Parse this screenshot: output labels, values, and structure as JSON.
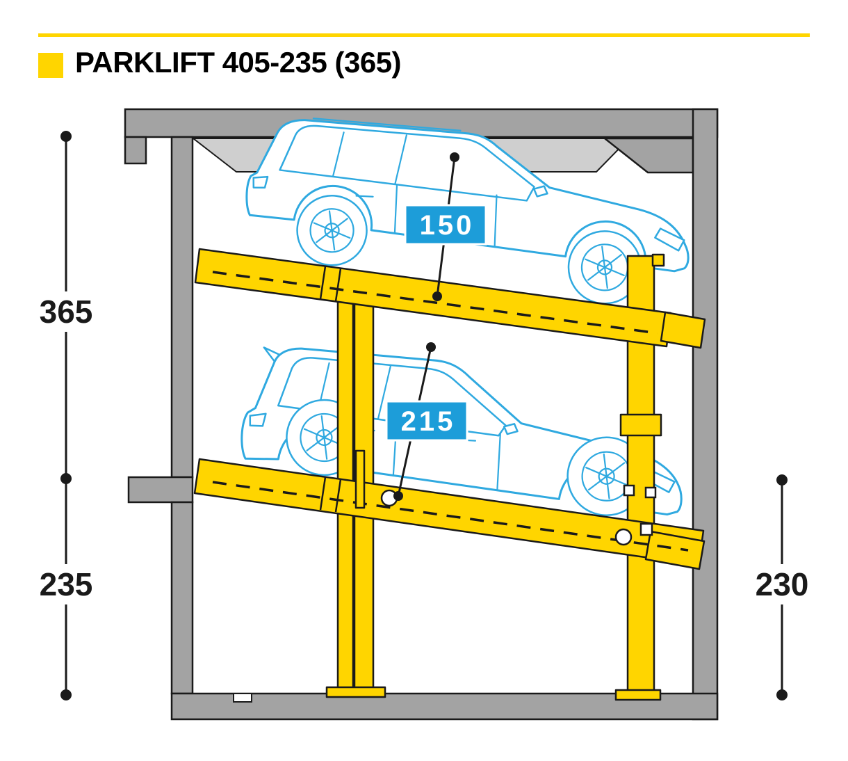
{
  "header": {
    "title": "PARKLIFT 405-235 (365)"
  },
  "diagram": {
    "labels": {
      "height_upper": "365",
      "height_lower": "235",
      "height_right": "230",
      "clearance_upper_car": "150",
      "clearance_lower_car": "215"
    },
    "colors": {
      "accent_yellow": "#FFD500",
      "wall_gray": "#A3A3A3",
      "soffit_gray": "#CFCFCF",
      "car_blue": "#2FA9E0",
      "badge_blue": "#1D9DD9",
      "line_black": "#1A1A1A"
    }
  }
}
